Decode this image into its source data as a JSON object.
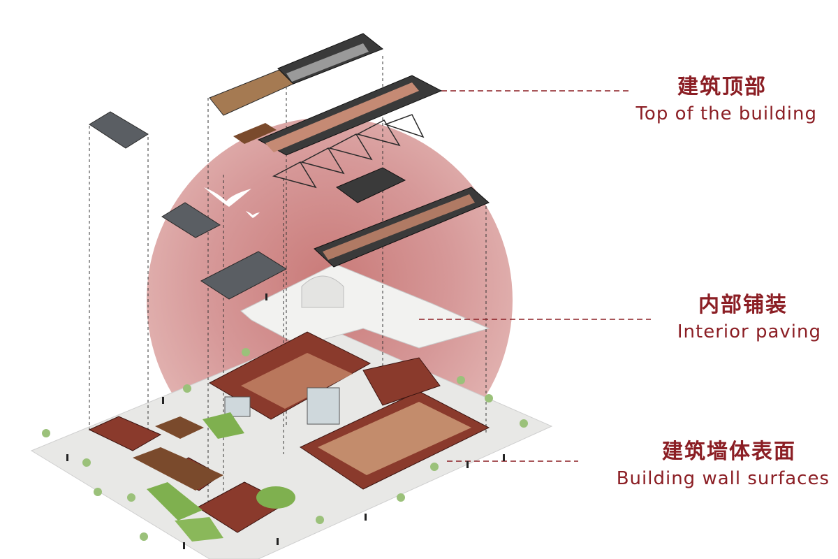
{
  "labels": {
    "top": {
      "cn": "建筑顶部",
      "en": "Top of the building"
    },
    "interior": {
      "cn": "内部铺装",
      "en": "Interior paving"
    },
    "wall": {
      "cn": "建筑墙体表面",
      "en": "Building wall surfaces"
    }
  },
  "colors": {
    "accent": "#8b1e24",
    "circle": "#d69898",
    "brick": "#8a3a2c",
    "roof_dark": "#3a3a3a",
    "roof_gray": "#5a5e63",
    "ground": "#e9e9e9",
    "grass": "#7fb04f",
    "wood": "#7a4a2c"
  },
  "icons": [
    "bird-icon",
    "tree-icon",
    "person-icon"
  ]
}
